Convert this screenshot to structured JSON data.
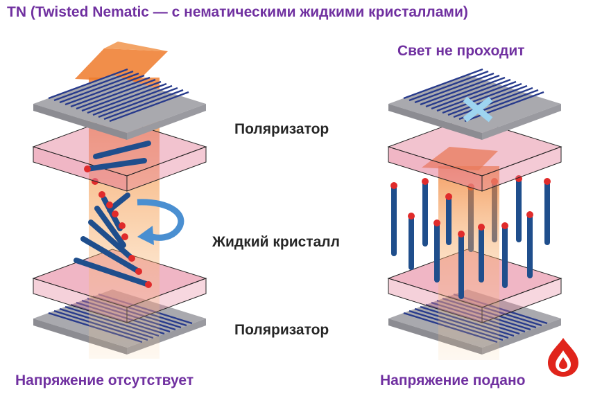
{
  "title": "TN (Twisted Nematic — с нематическими жидкими кристаллами)",
  "right_status": "Свет не проходит",
  "labels": {
    "polarizer_top": "Поляризатор",
    "liquid_crystal": "Жидкий кристалл",
    "polarizer_bottom": "Поляризатор"
  },
  "captions": {
    "left": "Напряжение отсутствует",
    "right": "Напряжение подано"
  },
  "colors": {
    "accent": "#7030a0",
    "polarizer_dark": "#283b8c",
    "polarizer_gray": "#a9a9ae",
    "glass_pink": "#e37a95",
    "crystal_rod": "#1f4e8c",
    "crystal_tip": "#e02b2b",
    "light_beam": "#f08a3c",
    "rotation_arrow": "#4a8fd1",
    "logo": "#e0241b"
  },
  "icons": [
    "rotation-arrow-icon",
    "block-cross-icon",
    "drop-logo-icon"
  ]
}
